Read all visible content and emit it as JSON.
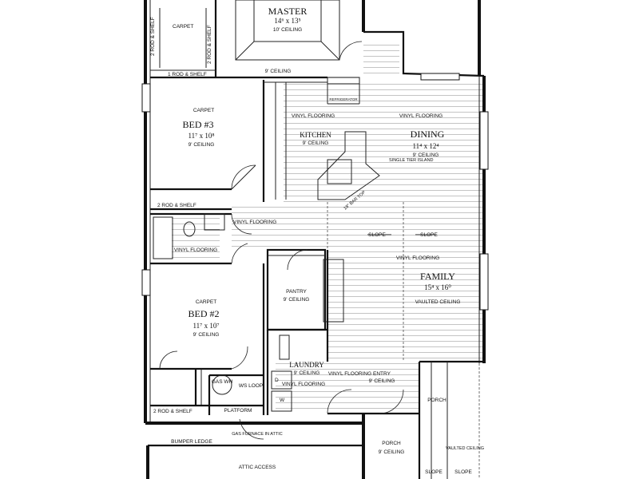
{
  "rooms": {
    "master": {
      "name": "MASTER",
      "dims": "14⁶ x 13⁵",
      "ceiling": "10' CEILING"
    },
    "bed3": {
      "floor": "CARPET",
      "name": "BED #3",
      "dims": "11⁷ x 10⁸",
      "ceiling": "9' CEILING"
    },
    "bed2": {
      "floor": "CARPET",
      "name": "BED #2",
      "dims": "11⁷ x 10⁷",
      "ceiling": "9' CEILING"
    },
    "kitchen": {
      "floor": "VINYL FLOORING",
      "name": "KITCHEN",
      "ceiling": "9' CEILING"
    },
    "dining": {
      "floor": "VINYL FLOORING",
      "name": "DINING",
      "dims": "11⁴ x 12⁴",
      "ceiling": "9' CEILING"
    },
    "family": {
      "floor": "VINYL FLOORING",
      "name": "FAMILY",
      "dims": "15⁴ x 16⁰",
      "ceiling": "VAULTED CEILING"
    },
    "pantry": {
      "name": "PANTRY",
      "ceiling": "9' CEILING"
    },
    "laundry": {
      "name": "LAUNDRY",
      "ceiling": "9' CEILING",
      "floor": "VINYL FLOORING"
    },
    "entry": {
      "floor": "VINYL FLOORING",
      "name": "ENTRY",
      "ceiling": "9' CEILING"
    },
    "porch_side": {
      "name": "PORCH"
    },
    "porch_front": {
      "name": "PORCH",
      "ceiling": "9' CEILING"
    },
    "porch_vaulted": {
      "ceiling": "VAULTED CEILING"
    }
  },
  "labels": {
    "closet_top_carpet": "CARPET",
    "rod_shelf_top": "1 ROD & SHELF",
    "rod_shelf_left": "2 ROD & SHELF",
    "rod_shelf_right": "2 ROD & SHELF",
    "rod_shelf_mid": "2 ROD & SHELF",
    "rod_shelf_bottom": "2 ROD & SHELF",
    "master_hall_ceiling": "9' CEILING",
    "refrigerator": "REFRIGERATOR",
    "bath_vinyl": "VINYL FLOORING",
    "hall_vinyl": "VINYL FLOORING",
    "island": "SINGLE TIER ISLAND",
    "bar": "18\" BAR TOP",
    "slope": "SLOPE",
    "gas_wh": "GAS WH",
    "ws_loop": "WS LOOP",
    "platform": "PLATFORM",
    "gas_furnace": "GAS FURNACE IN ATTIC",
    "bumper_ledge": "BUMPER LEDGE",
    "attic_access": "ATTIC ACCESS",
    "washer": "W",
    "dryer": "D"
  }
}
